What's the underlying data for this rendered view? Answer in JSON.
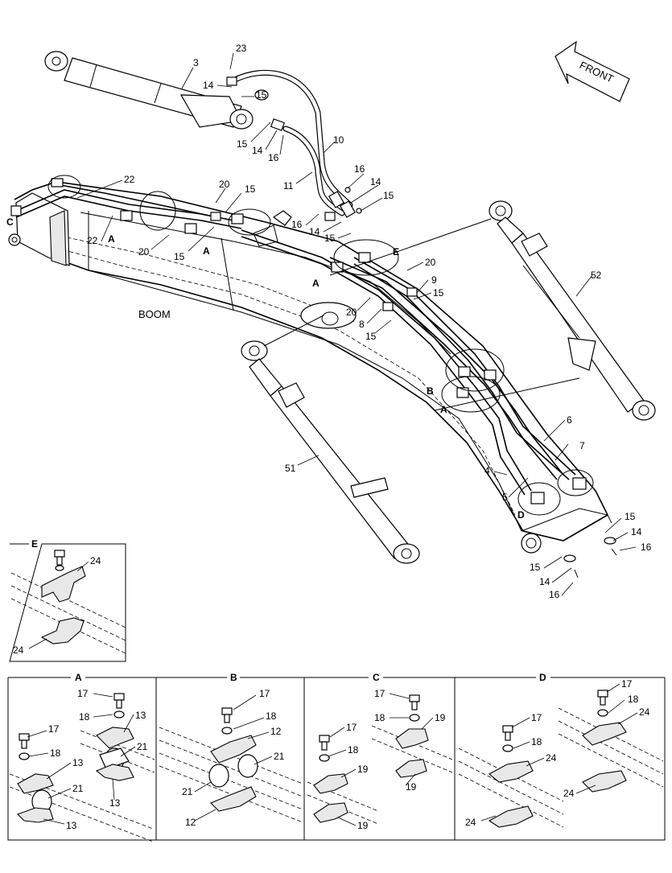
{
  "figure": {
    "front_label": "FRONT",
    "boom_label": "BOOM",
    "main_callouts": [
      {
        "id": "m23",
        "text": "23"
      },
      {
        "id": "m3",
        "text": "3"
      },
      {
        "id": "m14a",
        "text": "14"
      },
      {
        "id": "m15a",
        "text": "15"
      },
      {
        "id": "m15b",
        "text": "15"
      },
      {
        "id": "m14b",
        "text": "14"
      },
      {
        "id": "m16a",
        "text": "16"
      },
      {
        "id": "m10",
        "text": "10"
      },
      {
        "id": "m11",
        "text": "11"
      },
      {
        "id": "m16b",
        "text": "16"
      },
      {
        "id": "m14c",
        "text": "14"
      },
      {
        "id": "m15c",
        "text": "15"
      },
      {
        "id": "m16c",
        "text": "16"
      },
      {
        "id": "m14d",
        "text": "14"
      },
      {
        "id": "m15d",
        "text": "15"
      },
      {
        "id": "m22a",
        "text": "22"
      },
      {
        "id": "m20a",
        "text": "20"
      },
      {
        "id": "m15e",
        "text": "15"
      },
      {
        "id": "m22b",
        "text": "22"
      },
      {
        "id": "m20b",
        "text": "20"
      },
      {
        "id": "m15f",
        "text": "15"
      },
      {
        "id": "m20c",
        "text": "20"
      },
      {
        "id": "m9",
        "text": "9"
      },
      {
        "id": "m15g",
        "text": "15"
      },
      {
        "id": "m20d",
        "text": "20"
      },
      {
        "id": "m8",
        "text": "8"
      },
      {
        "id": "m15h",
        "text": "15"
      },
      {
        "id": "m52",
        "text": "52"
      },
      {
        "id": "m6",
        "text": "6"
      },
      {
        "id": "m7",
        "text": "7"
      },
      {
        "id": "m4",
        "text": "4"
      },
      {
        "id": "m5",
        "text": "5"
      },
      {
        "id": "m51",
        "text": "51"
      },
      {
        "id": "m15i",
        "text": "15"
      },
      {
        "id": "m14e",
        "text": "14"
      },
      {
        "id": "m16d",
        "text": "16"
      },
      {
        "id": "m15j",
        "text": "15"
      },
      {
        "id": "m14f",
        "text": "14"
      },
      {
        "id": "m16e",
        "text": "16"
      }
    ],
    "main_letters": [
      {
        "id": "lC",
        "text": "C"
      },
      {
        "id": "lA1",
        "text": "A"
      },
      {
        "id": "lA2",
        "text": "A"
      },
      {
        "id": "lA3",
        "text": "A"
      },
      {
        "id": "lE",
        "text": "E"
      },
      {
        "id": "lB",
        "text": "B"
      },
      {
        "id": "lA4",
        "text": "A"
      },
      {
        "id": "lD",
        "text": "D"
      }
    ],
    "detail_e": {
      "letter": "E",
      "callouts": [
        "24",
        "24"
      ]
    },
    "detail_a": {
      "letter": "A",
      "callouts": [
        "17",
        "18",
        "13",
        "17",
        "21",
        "18",
        "13",
        "21",
        "13",
        "13"
      ]
    },
    "detail_b": {
      "letter": "B",
      "callouts": [
        "17",
        "18",
        "12",
        "21",
        "21",
        "12"
      ]
    },
    "detail_c": {
      "letter": "C",
      "callouts": [
        "17",
        "18",
        "19",
        "17",
        "18",
        "19",
        "19",
        "19"
      ]
    },
    "detail_d": {
      "letter": "D",
      "callouts": [
        "17",
        "18",
        "24",
        "17",
        "18",
        "24",
        "24",
        "24"
      ]
    }
  }
}
